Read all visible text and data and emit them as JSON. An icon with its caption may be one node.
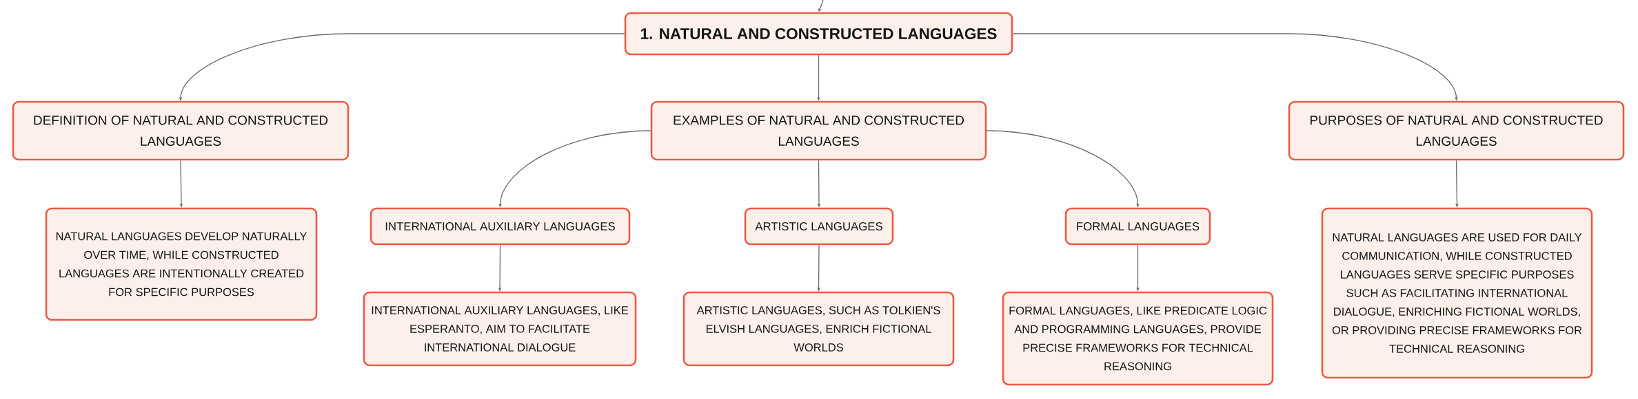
{
  "diagram": {
    "nodes": [
      {
        "text": [
          "1. NATURAL AND CONSTRUCTED LANGUAGES"
        ]
      },
      {
        "text": [
          "DEFINITION OF NATURAL AND CONSTRUCTED LANGUAGES"
        ]
      },
      {
        "text": [
          "EXAMPLES OF NATURAL AND CONSTRUCTED LANGUAGES"
        ]
      },
      {
        "text": [
          "PURPOSES OF NATURAL AND CONSTRUCTED LANGUAGES"
        ]
      },
      {
        "text": [
          "NATURAL LANGUAGES DEVELOP NATURALLY OVER TIME, WHILE CONSTRUCTED LANGUAGES ARE INTENTIONALLY CREATED FOR SPECIFIC PURPOSES"
        ]
      },
      {
        "text": [
          "INTERNATIONAL AUXILIARY LANGUAGES"
        ]
      },
      {
        "text": [
          "ARTISTIC LANGUAGES"
        ]
      },
      {
        "text": [
          "FORMAL LANGUAGES"
        ]
      },
      {
        "text": [
          "NATURAL LANGUAGES ARE USED FOR DAILY COMMUNICATION, WHILE CONSTRUCTED LANGUAGES SERVE SPECIFIC PURPOSES SUCH AS FACILITATING INTERNATIONAL DIALOGUE, ENRICHING FICTIONAL WORLDS, OR PROVIDING PRECISE FRAMEWORKS FOR TECHNICAL REASONING"
        ]
      },
      {
        "text": [
          "INTERNATIONAL AUXILIARY LANGUAGES, LIKE ESPERANTO, AIM TO FACILITATE INTERNATIONAL DIALOGUE"
        ]
      },
      {
        "text": [
          "ARTISTIC LANGUAGES, SUCH AS TOLKIEN'S ELVISH LANGUAGES, ENRICH FICTIONAL WORLDS"
        ]
      },
      {
        "text": [
          "FORMAL LANGUAGES, LIKE PREDICATE LOGIC AND PROGRAMMING LANGUAGES, PROVIDE PRECISE FRAMEWORKS FOR TECHNICAL REASONING"
        ]
      }
    ],
    "edges": [
      {
        "from": null,
        "to": 0,
        "arrow": "to"
      },
      {
        "from": 0,
        "to": 1,
        "arrow": "to"
      },
      {
        "from": 0,
        "to": 2,
        "arrow": "to"
      },
      {
        "from": 0,
        "to": 3,
        "arrow": "to"
      },
      {
        "from": 1,
        "to": 4,
        "arrow": "to"
      },
      {
        "from": 2,
        "to": 5,
        "arrow": "to"
      },
      {
        "from": 2,
        "to": 6,
        "arrow": "to"
      },
      {
        "from": 2,
        "to": 7,
        "arrow": "to"
      },
      {
        "from": 3,
        "to": 8,
        "arrow": "to"
      },
      {
        "from": 5,
        "to": 9,
        "arrow": "to"
      },
      {
        "from": 6,
        "to": 10,
        "arrow": "to"
      },
      {
        "from": 7,
        "to": 11,
        "arrow": "to"
      }
    ]
  }
}
